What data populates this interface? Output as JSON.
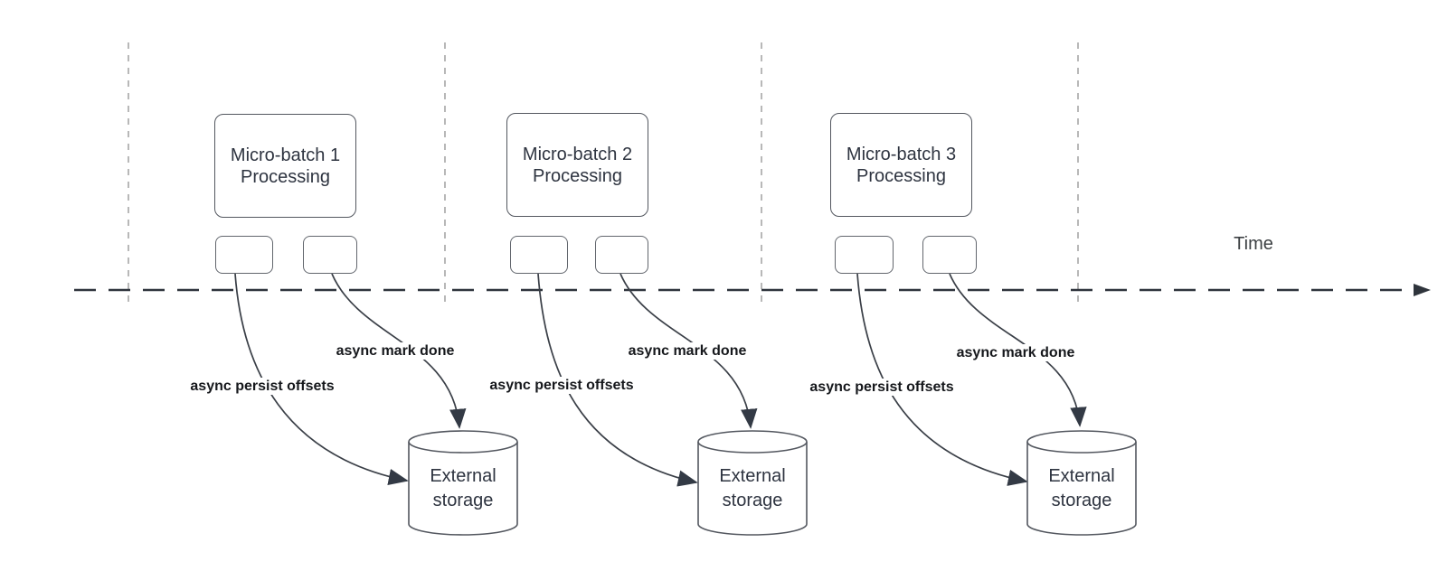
{
  "diagram": {
    "time_axis_label": "Time",
    "groups": [
      {
        "title_line1": "Micro-batch 1",
        "title_line2": "Processing",
        "persist_arrow_label": "async persist offsets",
        "done_arrow_label": "async mark done",
        "storage_line1": "External",
        "storage_line2": "storage"
      },
      {
        "title_line1": "Micro-batch 2",
        "title_line2": "Processing",
        "persist_arrow_label": "async persist offsets",
        "done_arrow_label": "async mark done",
        "storage_line1": "External",
        "storage_line2": "storage"
      },
      {
        "title_line1": "Micro-batch 3",
        "title_line2": "Processing",
        "persist_arrow_label": "async persist offsets",
        "done_arrow_label": "async mark done",
        "storage_line1": "External",
        "storage_line2": "storage"
      }
    ],
    "colors": {
      "shape_stroke": "#53575f",
      "arrow_stroke": "#3a3f47",
      "arrowhead_fill": "#333a45",
      "timeline_stroke": "#2f343c",
      "guide_line_stroke": "#a6a6a6",
      "box_text": "#2e3440",
      "label_text": "#16181c"
    }
  }
}
